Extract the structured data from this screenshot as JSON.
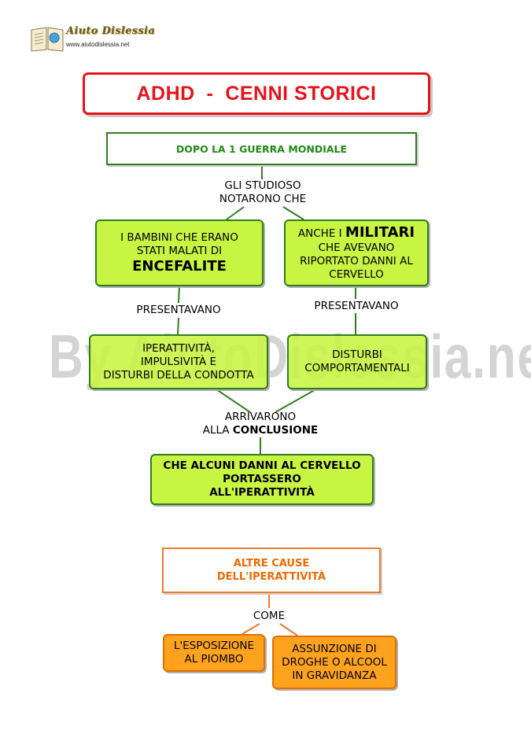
{
  "logo": {
    "title": "Aiuto Dislessia",
    "url": "www.aiutodislessia.net"
  },
  "title": "ADHD  -  CENNI STORICI",
  "header": "DOPO LA 1 GUERRA MONDIALE",
  "connector_1": [
    "GLI STUDIOSO",
    "NOTARONO CHE"
  ],
  "left_branch": {
    "box1": [
      "I BAMBINI CHE ERANO",
      "STATI  MALATI DI"
    ],
    "box1_emphasis": "ENCEFALITE",
    "label": "PRESENTAVANO",
    "box2": [
      "IPERATTIVITÀ,",
      "IMPULSIVITÀ E",
      "DISTURBI DELLA CONDOTTA"
    ]
  },
  "right_branch": {
    "box1_prefix": "ANCHE I",
    "box1_emphasis": "MILITARI",
    "box1": [
      "CHE AVEVANO",
      "RIPORTATO DANNI AL",
      "CERVELLO"
    ],
    "label": "PRESENTAVANO",
    "box2": [
      "DISTURBI",
      "COMPORTAMENTALI"
    ]
  },
  "connector_2": {
    "line1": "ARRIVARONO",
    "line2_prefix": "ALLA",
    "line2_emphasis": "CONCLUSIONE"
  },
  "conclusion": [
    "CHE ALCUNI DANNI AL CERVELLO",
    "PORTASSERO",
    "ALL'IPERATTIVITÀ"
  ],
  "watermark": "By AiutoDislessia.net",
  "other_causes": {
    "title": [
      "ALTRE CAUSE",
      "DELL'IPERATTIVITÀ"
    ],
    "connector": "COME",
    "left": [
      "L'ESPOSIZIONE",
      "AL PIOMBO"
    ],
    "right": [
      "ASSUNZIONE DI",
      "DROGHE O ALCOOL",
      "IN GRAVIDANZA"
    ]
  },
  "colors": {
    "title_red": "#e8121b",
    "green_fill": "#c8f542",
    "green_border": "#2f7d1f",
    "header_green_text": "#1f8a12",
    "orange_fill": "#ffa31f",
    "orange_text": "#f06a00"
  }
}
